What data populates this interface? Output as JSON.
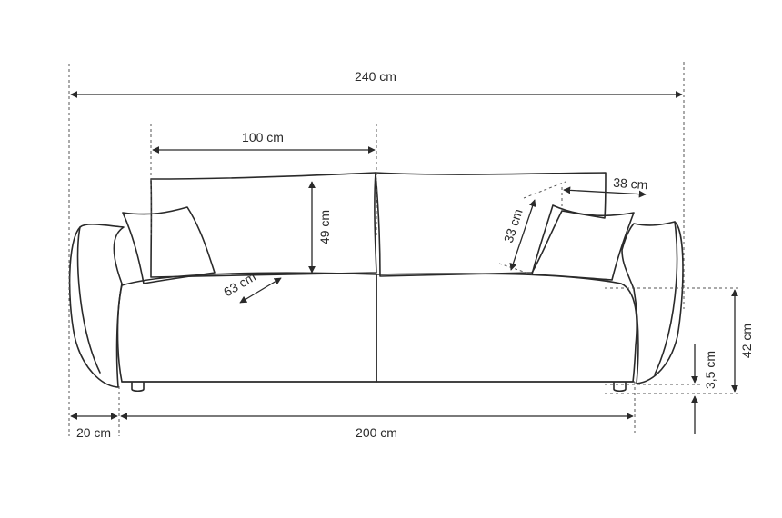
{
  "dimensions": {
    "total_width": "240 cm",
    "cushion_width": "100 cm",
    "back_height": "49 cm",
    "seat_depth": "63 cm",
    "pillow_height": "33 cm",
    "pillow_width": "38 cm",
    "seat_height": "42 cm",
    "leg_height": "3,5 cm",
    "arm_width": "20 cm",
    "seat_width": "200 cm"
  },
  "colors": {
    "line": "#2a2a2a",
    "background": "#ffffff"
  }
}
